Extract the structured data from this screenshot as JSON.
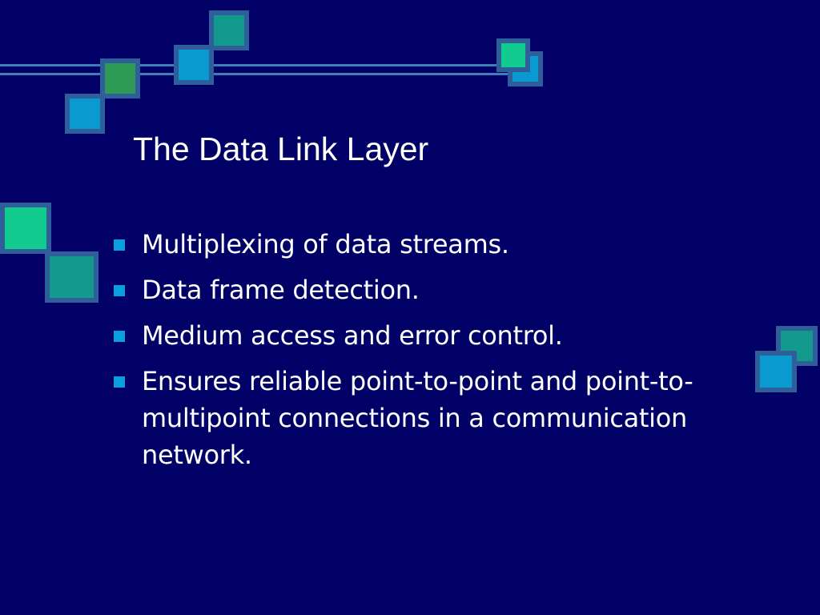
{
  "slide": {
    "title": "The Data Link Layer",
    "bullets": [
      "Multiplexing of data streams.",
      "Data frame detection.",
      "Medium access and error control.",
      "Ensures reliable point-to-point and point-to-multipoint connections in a communication network."
    ]
  },
  "colors": {
    "background": "#000066",
    "text": "#ffffff",
    "bullet": "#0aa0e0",
    "rule": "#3f7fb8",
    "square_teal": "#14998f",
    "square_blue": "#0a9ad0",
    "square_green": "#2f9a55",
    "square_mint": "#11cc8e"
  }
}
